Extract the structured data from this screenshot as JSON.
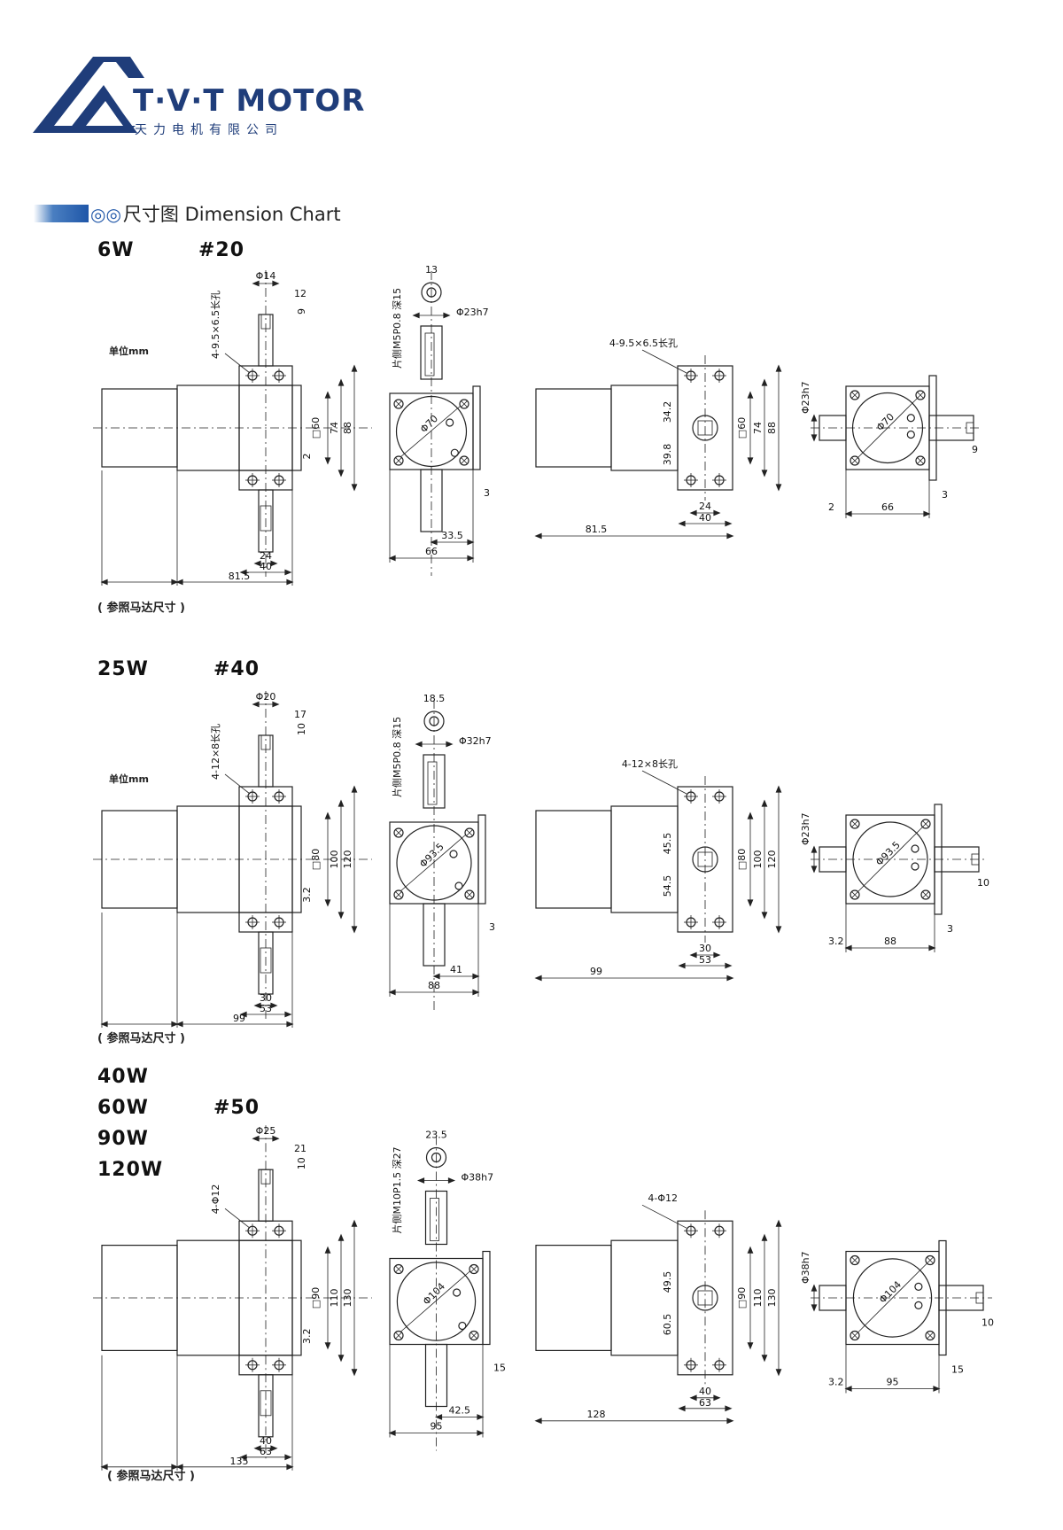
{
  "brand": {
    "name": "T·V·T MOTOR",
    "chinese_name": "天力电机有限公司",
    "logo_color": "#1f3d7a"
  },
  "section": {
    "rings": "◎◎",
    "title": "尺寸图 Dimension Chart",
    "bar_color": "#1f56a8"
  },
  "groups": [
    {
      "powers": [
        "6W"
      ],
      "code": "#20",
      "unit_label": "单位mm",
      "reference_note": "( 参照马达尺寸 )",
      "front": {
        "hole": "4-9.5×6.5长孔",
        "shaft_dia": "Φ14",
        "key_w": "12",
        "key_d": "9",
        "d1": "60",
        "d2": "74",
        "d3": "88",
        "offset": "2",
        "w1": "24",
        "w2": "40",
        "w3": "81.5"
      },
      "side": {
        "top_w": "13",
        "thread": "片侧M5P0.8 深15",
        "bore": "Φ23h7",
        "flange": "Φ70",
        "t": "3",
        "w1": "33.5",
        "w2": "66"
      },
      "rear": {
        "hole": "4-9.5×6.5长孔",
        "h1": "34.2",
        "h2": "39.8",
        "d1": "60",
        "d2": "74",
        "d3": "88",
        "w1": "24",
        "w2": "40",
        "w3": "81.5"
      },
      "end": {
        "bore": "Φ23h7",
        "flange": "Φ70",
        "k": "9",
        "a": "2",
        "w": "66",
        "t": "3"
      }
    },
    {
      "powers": [
        "25W"
      ],
      "code": "#40",
      "unit_label": "单位mm",
      "reference_note": "( 参照马达尺寸 )",
      "front": {
        "hole": "4-12×8长孔",
        "shaft_dia": "Φ20",
        "key_w": "17",
        "key_d": "10",
        "d1": "80",
        "d2": "100",
        "d3": "120",
        "offset": "3.2",
        "w1": "30",
        "w2": "53",
        "w3": "99"
      },
      "side": {
        "top_w": "18.5",
        "thread": "片侧M5P0.8 深15",
        "bore": "Φ32h7",
        "flange": "Φ93.5",
        "t": "3",
        "w1": "41",
        "w2": "88"
      },
      "rear": {
        "hole": "4-12×8长孔",
        "h1": "45.5",
        "h2": "54.5",
        "d1": "80",
        "d2": "100",
        "d3": "120",
        "w1": "30",
        "w2": "53",
        "w3": "99"
      },
      "end": {
        "bore": "Φ23h7",
        "flange": "Φ93.5",
        "k": "10",
        "a": "3.2",
        "w": "88",
        "t": "3"
      }
    },
    {
      "powers": [
        "40W",
        "60W",
        "90W",
        "120W"
      ],
      "code": "#50",
      "unit_label": "",
      "reference_note": "( 参照马达尺寸 )",
      "front": {
        "hole": "4-Φ12",
        "shaft_dia": "Φ25",
        "key_w": "21",
        "key_d": "10",
        "d1": "90",
        "d2": "110",
        "d3": "130",
        "offset": "3.2",
        "w1": "40",
        "w2": "63",
        "w3": "135"
      },
      "side": {
        "top_w": "23.5",
        "thread": "片侧M10P1.5 深27",
        "bore": "Φ38h7",
        "flange": "Φ104",
        "t": "15",
        "w1": "42.5",
        "w2": "95"
      },
      "rear": {
        "hole": "4-Φ12",
        "h1": "49.5",
        "h2": "60.5",
        "d1": "90",
        "d2": "110",
        "d3": "130",
        "w1": "40",
        "w2": "63",
        "w3": "128"
      },
      "end": {
        "bore": "Φ38h7",
        "flange": "Φ104",
        "k": "10",
        "a": "3.2",
        "w": "95",
        "t": "15"
      }
    }
  ]
}
